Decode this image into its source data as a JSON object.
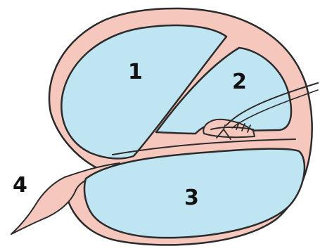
{
  "labels": {
    "one": "1",
    "two": "2",
    "three": "3",
    "four": "4"
  },
  "colors": {
    "tissue": "#f6c8bd",
    "fluid": "#bfe5f2",
    "outline": "#2b2b2b"
  },
  "icons": {
    "parts": [
      "outer-tissue-wall",
      "chamber-1",
      "chamber-2",
      "chamber-3",
      "nerve-4",
      "organ-structure",
      "nerve-fiber"
    ]
  }
}
